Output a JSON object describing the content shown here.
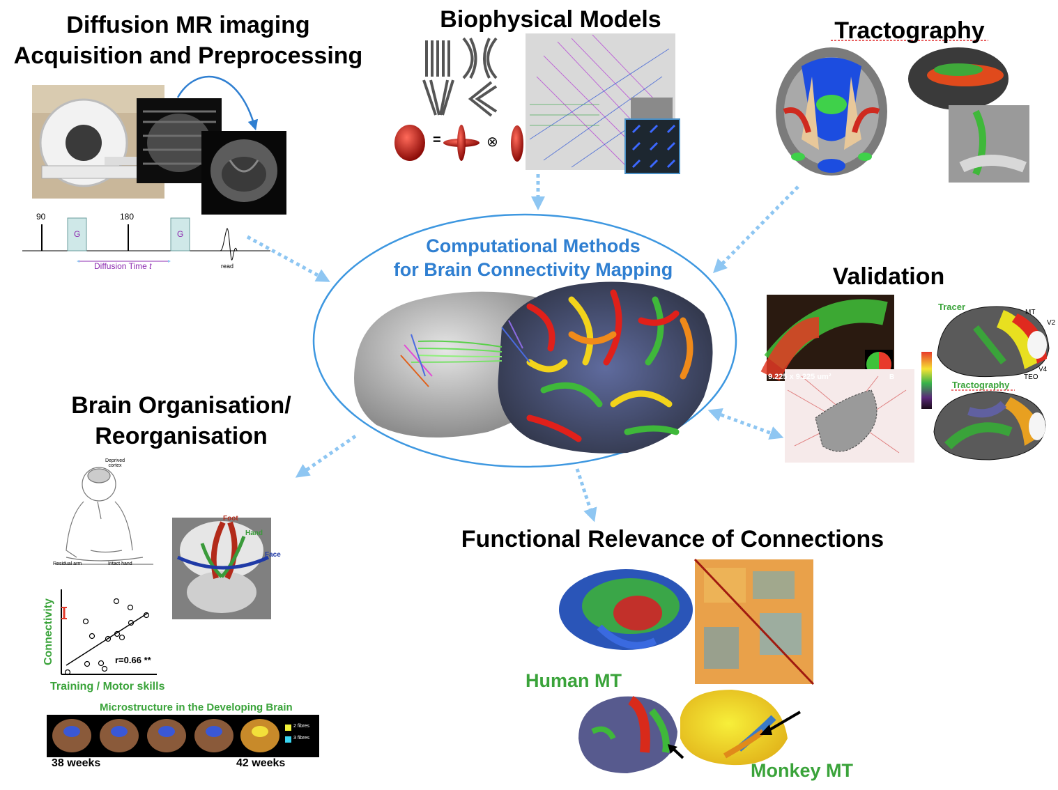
{
  "sections": {
    "diffusion": {
      "title_line1": "Diffusion MR imaging",
      "title_line2": "Acquisition and Preprocessing"
    },
    "biophysical": {
      "title": "Biophysical Models",
      "equals": "=",
      "otimes": "⊗"
    },
    "tractography": {
      "title": "Tractography"
    },
    "validation": {
      "title": "Validation",
      "scale_label": "9.225 x 9.225 um²",
      "tracer_label": "Tracer",
      "tractography_label": "Tractography",
      "area_mt": "MT",
      "area_v2": "V2",
      "area_v4": "V4",
      "area_teo": "TEO",
      "b_label": "B"
    },
    "brain_org": {
      "title_line1": "Brain Organisation/",
      "title_line2": "Reorganisation",
      "deprived_cortex": "Deprived cortex",
      "residual_arm": "Residual arm",
      "intact_hand": "Intact hand",
      "foot": "Foot",
      "hand": "Hand",
      "face": "Face",
      "y_axis": "Connectivity",
      "x_axis": "Training / Motor skills",
      "r_value": "r=0.66 **",
      "developing_title": "Microstructure in the Developing Brain",
      "legend_2": "2 fibres",
      "legend_3": "3 fibres",
      "week_start": "38 weeks",
      "week_end": "42 weeks"
    },
    "functional": {
      "title": "Functional Relevance of Connections",
      "human_mt": "Human MT",
      "monkey_mt": "Monkey MT"
    },
    "central": {
      "line1": "Computational Methods",
      "line2": "for Brain Connectivity Mapping"
    }
  },
  "pulse_sequence": {
    "label_90": "90",
    "label_180": "180",
    "g1": "G",
    "g2": "G",
    "diffusion_time": "Diffusion Time",
    "t": "t",
    "read": "read"
  },
  "colors": {
    "accent_blue": "#2f7fd1",
    "ellipse_blue": "#3d97e0",
    "arrow_blue": "#8ec6f2",
    "green_label": "#3aa33a",
    "purple": "#8d2bb0"
  }
}
